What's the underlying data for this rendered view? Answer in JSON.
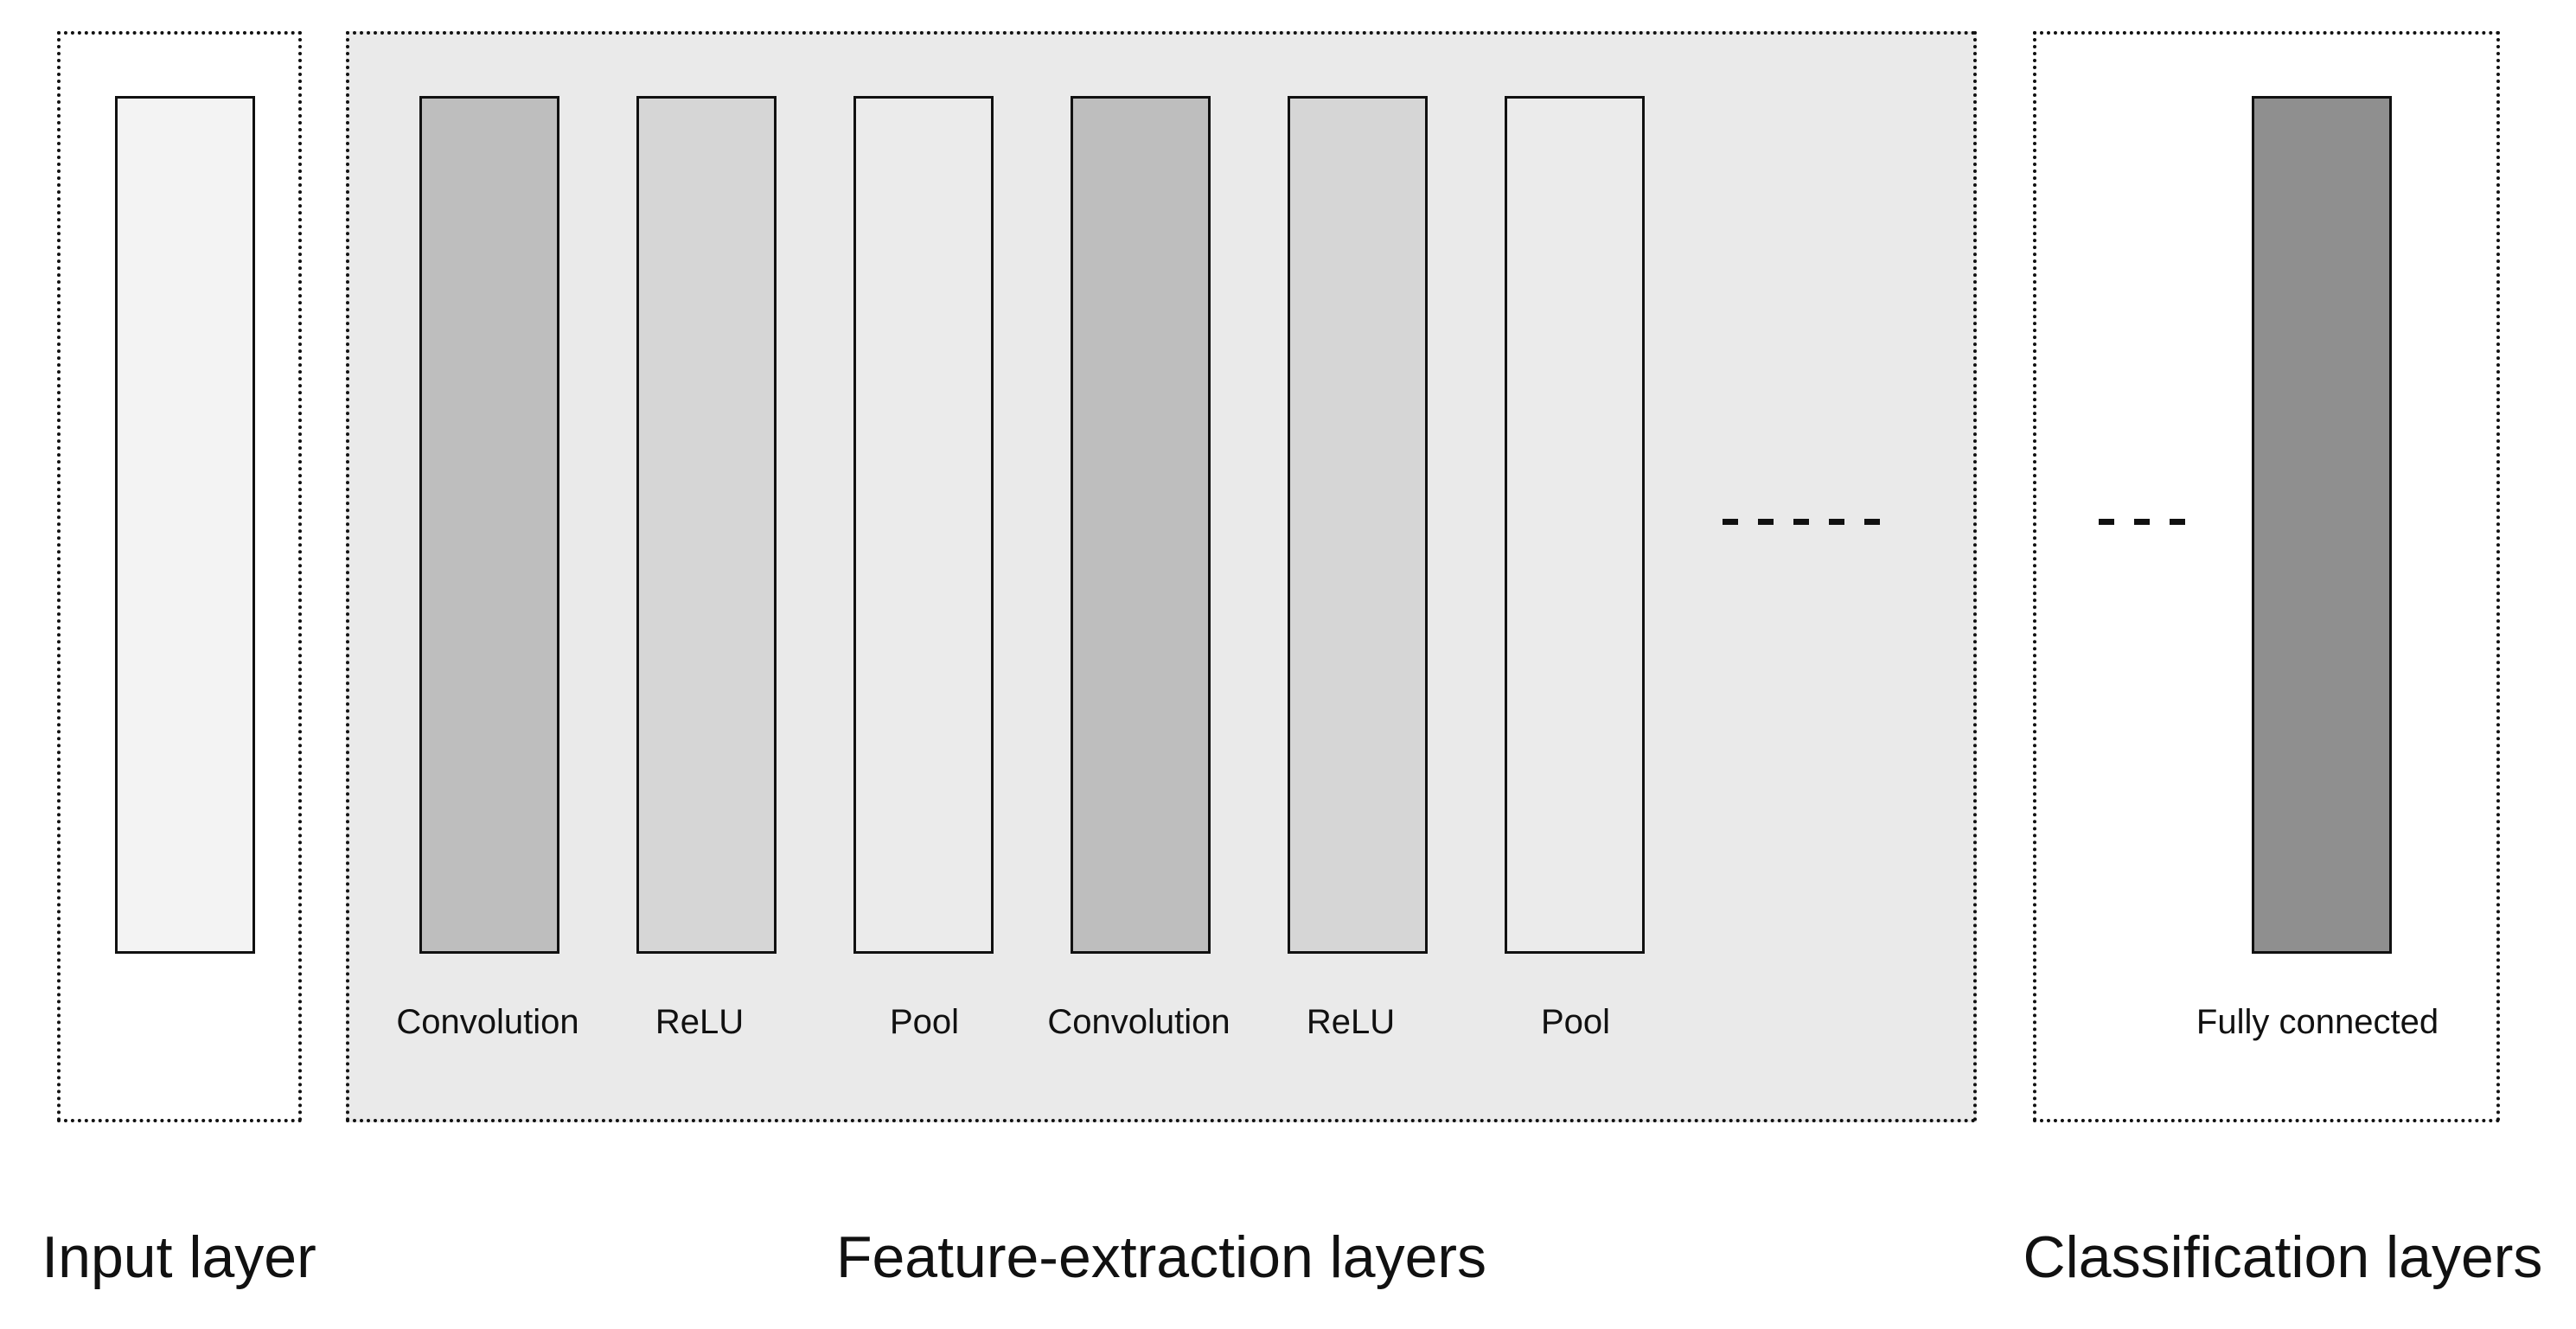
{
  "groups": {
    "input": {
      "label": "Input layer"
    },
    "feature": {
      "label": "Feature-extraction layers"
    },
    "classification": {
      "label": "Classification layers"
    }
  },
  "layers": [
    {
      "label": "",
      "fill": "#f3f3f3"
    },
    {
      "label": "Convolution",
      "fill": "#bebebe"
    },
    {
      "label": "ReLU",
      "fill": "#d6d6d6"
    },
    {
      "label": "Pool",
      "fill": "#ebebeb"
    },
    {
      "label": "Convolution",
      "fill": "#bebebe"
    },
    {
      "label": "ReLU",
      "fill": "#d6d6d6"
    },
    {
      "label": "Pool",
      "fill": "#ebebeb"
    },
    {
      "label": "Fully connected",
      "fill": "#8f8f8f"
    }
  ],
  "colors": {
    "feature_background": "#eaeaea",
    "stroke": "#111111"
  }
}
